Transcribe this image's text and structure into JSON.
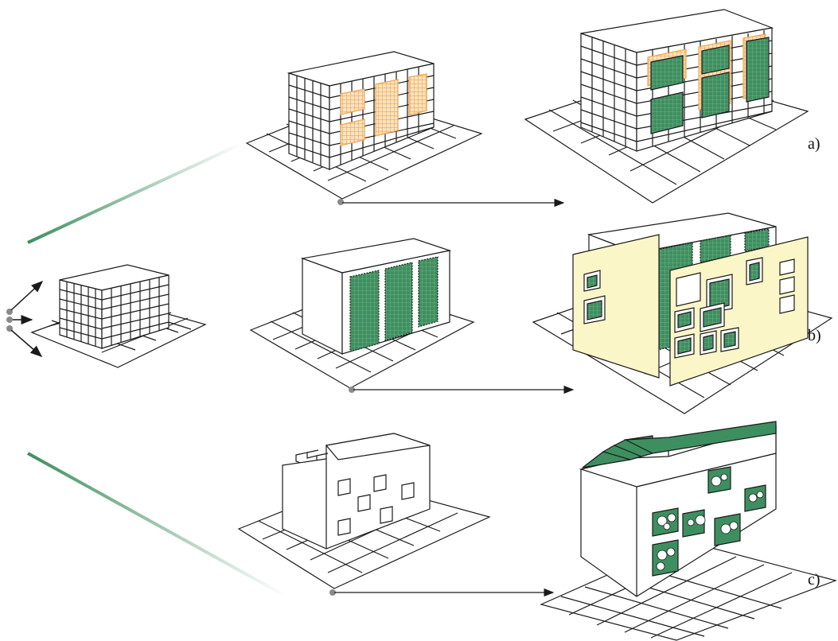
{
  "labels": {
    "a": "a)",
    "b": "b)",
    "c": "c)"
  },
  "colors": {
    "mesh_orange": "#f0a54a",
    "green_panel": "#3e8f5f",
    "green_light": "#a8c9ae",
    "facade_yellow": "#fbf6c8",
    "line": "#1a1a1a",
    "arrow_dot": "#8a8a8a"
  },
  "scenarios": [
    {
      "id": "a",
      "stage1": "building-grid-with-orange-mesh-panels",
      "stage2": "building-grid-with-green-panels"
    },
    {
      "id": "b",
      "stage1": "building-with-green-wall-strips",
      "stage2": "building-with-yellow-double-skin-facade"
    },
    {
      "id": "c",
      "stage1": "building-with-stepped-roof-and-openings",
      "stage2": "building-with-green-roof-and-planted-openings"
    }
  ]
}
